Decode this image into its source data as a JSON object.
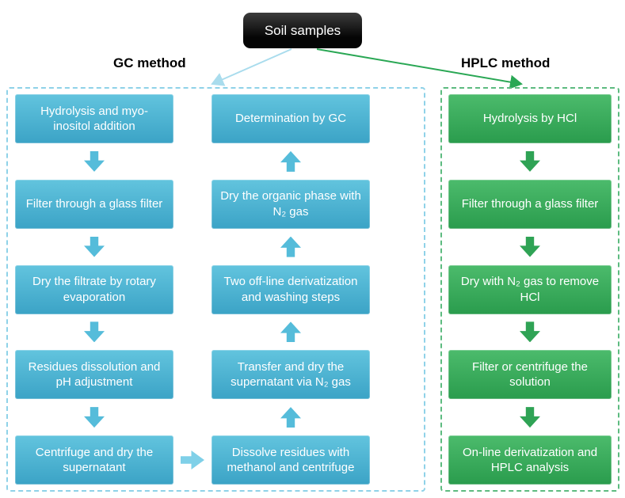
{
  "root": {
    "title": "Soil samples"
  },
  "labels": {
    "gc": "GC method",
    "hplc": "HPLC method"
  },
  "gc": {
    "col1": [
      "Hydrolysis and myo-inositol addition",
      "Filter through a glass filter",
      "Dry the filtrate by rotary evaporation",
      "Residues dissolution and pH adjustment",
      "Centrifuge and dry the supernatant"
    ],
    "col2": [
      "Determination by GC",
      "Dry the organic phase with N₂ gas",
      "Two off-line derivatization and washing steps",
      "Transfer and dry the supernatant via N₂ gas",
      "Dissolve residues with methanol and centrifuge"
    ]
  },
  "hplc": {
    "col": [
      "Hydrolysis by HCl",
      "Filter through a glass filter",
      "Dry with N₂ gas to remove HCl",
      "Filter or centrifuge the solution",
      "On-line derivatization and HPLC analysis"
    ]
  },
  "colors": {
    "gc_box": "#45b0d2",
    "hplc_box": "#35aa58",
    "gc_dashed_border": "#8fd2e8",
    "hplc_dashed_border": "#5dbb80",
    "sample_box": "#0d0d0d",
    "gc_connector": "#a9dced",
    "hplc_connector": "#29a754"
  }
}
